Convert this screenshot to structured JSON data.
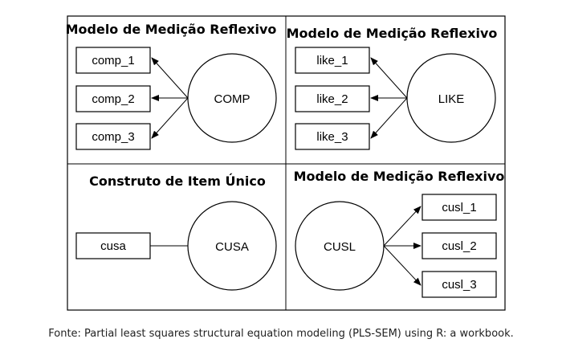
{
  "panels": {
    "comp": {
      "title": "Modelo de Medição Reflexivo",
      "construct": "COMP",
      "items": [
        "comp_1",
        "comp_2",
        "comp_3"
      ]
    },
    "like": {
      "title": "Modelo de Medição Reflexivo",
      "construct": "LIKE",
      "items": [
        "like_1",
        "like_2",
        "like_3"
      ]
    },
    "cusa": {
      "title": "Construto de Item Único",
      "construct": "CUSA",
      "items": [
        "cusa"
      ]
    },
    "cusl": {
      "title": "Modelo de Medição Reflexivo",
      "construct": "CUSL",
      "items": [
        "cusl_1",
        "cusl_2",
        "cusl_3"
      ]
    }
  },
  "caption": "Fonte: Partial least squares structural equation modeling (PLS-SEM) using R: a workbook."
}
